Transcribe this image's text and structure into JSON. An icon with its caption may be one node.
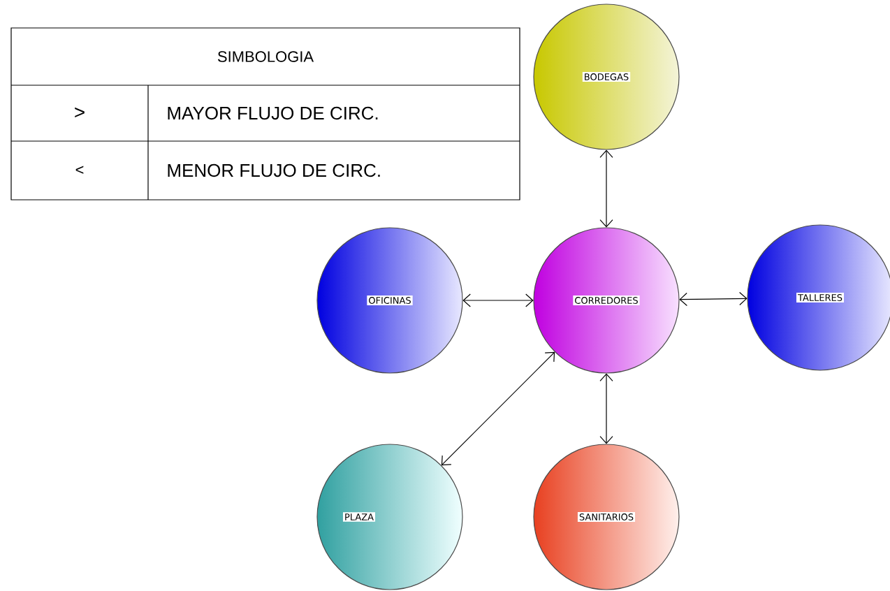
{
  "diagram": {
    "nodes": [
      {
        "text": [
          "BODEGAS"
        ]
      },
      {
        "text": [
          "CORREDORES"
        ]
      },
      {
        "text": [
          "OFICINAS"
        ]
      },
      {
        "text": [
          "TALLERES"
        ]
      },
      {
        "text": [
          "PLAZA"
        ]
      },
      {
        "text": [
          "SANITARIOS"
        ]
      }
    ],
    "edges": [
      {
        "from": 1,
        "to": 0,
        "arrow": "both"
      },
      {
        "from": 1,
        "to": 2,
        "arrow": "both"
      },
      {
        "from": 1,
        "to": 3,
        "arrow": "both"
      },
      {
        "from": 1,
        "to": 5,
        "arrow": "both"
      },
      {
        "from": 1,
        "to": 4,
        "arrow": "both"
      }
    ],
    "labels": [
      "SIMBOLOGIA",
      ">",
      "MAYOR FLUJO DE CIRC.",
      "<",
      "MENOR FLUJO DE CIRC."
    ]
  }
}
